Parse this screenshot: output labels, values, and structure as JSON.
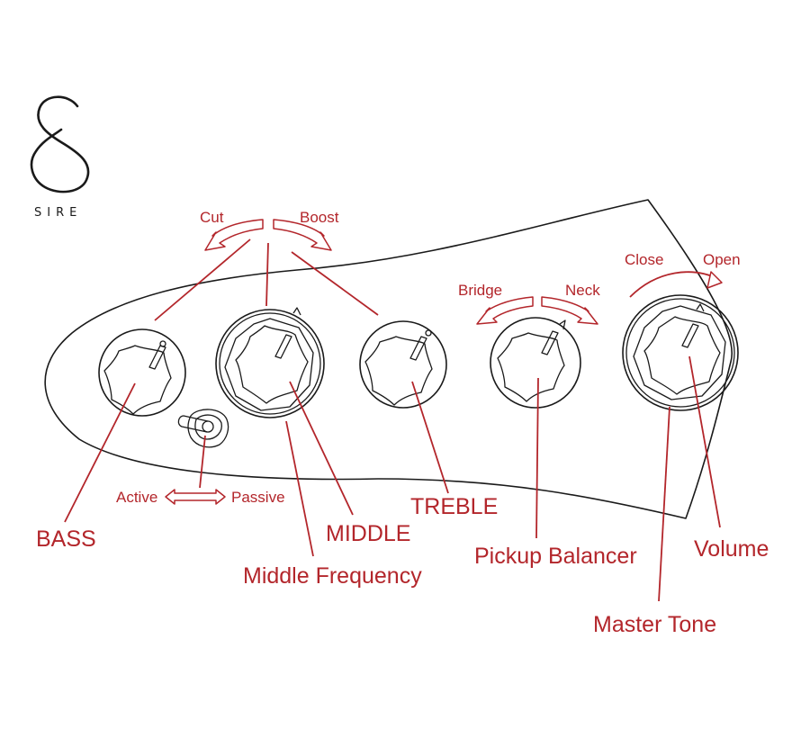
{
  "brand": {
    "logo_glyph": "S",
    "name": "SIRE"
  },
  "colors": {
    "accent": "#b3262b",
    "outline": "#1a1a1a",
    "background": "#ffffff"
  },
  "controls": {
    "bass": "BASS",
    "middle": "MIDDLE",
    "middle_frequency": "Middle Frequency",
    "treble": "TREBLE",
    "pickup_balancer": "Pickup Balancer",
    "master_tone": "Master Tone",
    "volume": "Volume"
  },
  "switch": {
    "active": "Active",
    "passive": "Passive"
  },
  "eq_range": {
    "cut": "Cut",
    "boost": "Boost"
  },
  "balancer_range": {
    "bridge": "Bridge",
    "neck": "Neck"
  },
  "tone_range": {
    "close": "Close",
    "open": "Open"
  }
}
